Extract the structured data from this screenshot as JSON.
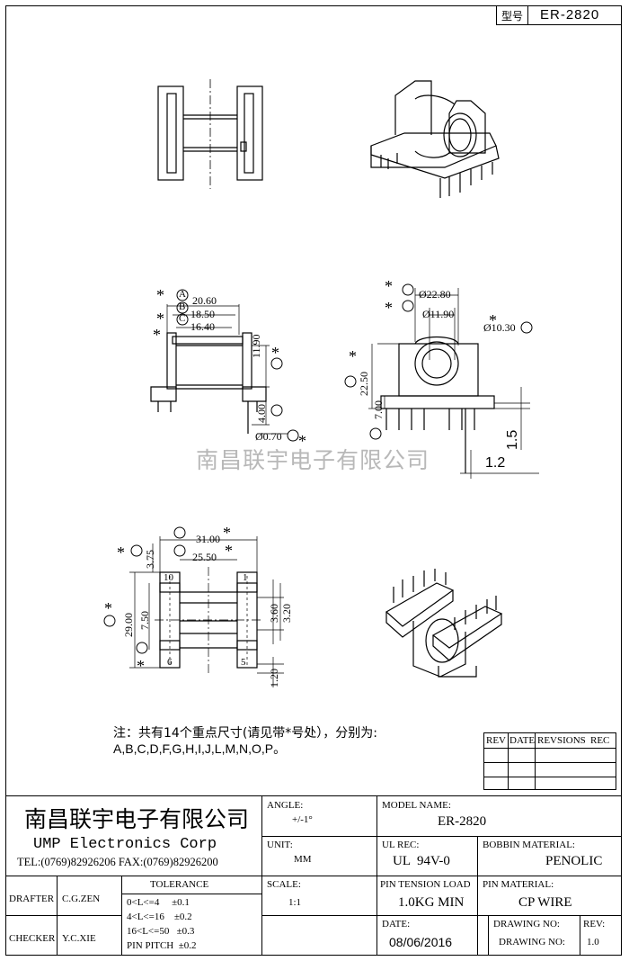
{
  "model_box": {
    "label": "型号",
    "value": "ER-2820"
  },
  "watermark": "南昌联宇电子有限公司",
  "dims": {
    "A": "20.60",
    "B": "18.50",
    "C": "16.40",
    "E": "11.90",
    "F": "4.00",
    "pin_dia": "Ø0.70",
    "G": "Ø22.80",
    "H": "Ø11.90",
    "I": "Ø10.30",
    "J": "22.50",
    "K": "7.00",
    "side_h": "1.5",
    "side_w": "1.2",
    "L": "31.00",
    "M": "25.50",
    "N": "3.75",
    "O": "29.00",
    "P": "7.50",
    "d360": "3.60",
    "d320": "3.20",
    "d120": "1.20",
    "pin10": "10",
    "pin1": "1",
    "pin6": "6",
    "pin5": "5"
  },
  "note": {
    "line1": "注：共有14个重点尺寸(请见带*号处），分别为:",
    "line2": "A,B,C,D,F,G,H,I,J,L,M,N,O,P。"
  },
  "rev_table": {
    "headers": [
      "REV",
      "DATE",
      "REVSIONS",
      "REC"
    ]
  },
  "title_block": {
    "company_cn": "南昌联宇电子有限公司",
    "company_en": "UMP  Electronics  Corp",
    "tel": "TEL:(0769)82926206 FAX:(0769)82926200",
    "angle_label": "ANGLE:",
    "angle_value": "+/-1°",
    "unit_label": "UNIT:",
    "unit_value": "MM",
    "tolerance_label": "TOLERANCE",
    "tol1": "0<L<=4     ±0.1",
    "tol2": "4<L<=16    ±0.2",
    "tol3": "16<L<=50   ±0.3",
    "tol4": "PIN PITCH  ±0.2",
    "scale_label": "SCALE:",
    "scale_value": "1:1",
    "drafter_label": "DRAFTER",
    "drafter_value": "C.G.ZEN",
    "checker_label": "CHECKER",
    "checker_value": "Y.C.XIE",
    "model_label": "MODEL NAME:",
    "model_value": "ER-2820",
    "ul_label": "UL REC:",
    "ul_value": "UL  94V-0",
    "bobbin_label": "BOBBIN MATERIAL:",
    "bobbin_value": "PENOLIC",
    "pin_tension_label": "PIN TENSION LOAD",
    "pin_tension_value": "1.0KG MIN",
    "pin_material_label": "PIN MATERIAL:",
    "pin_material_value": "CP WIRE",
    "date_label": "DATE:",
    "date_value": "08/06/2016",
    "drawing_no_label": "DRAWING NO:",
    "drawing_no_label2": "DRAWING NO:",
    "rev_label": "REV:",
    "rev_value": "1.0"
  }
}
